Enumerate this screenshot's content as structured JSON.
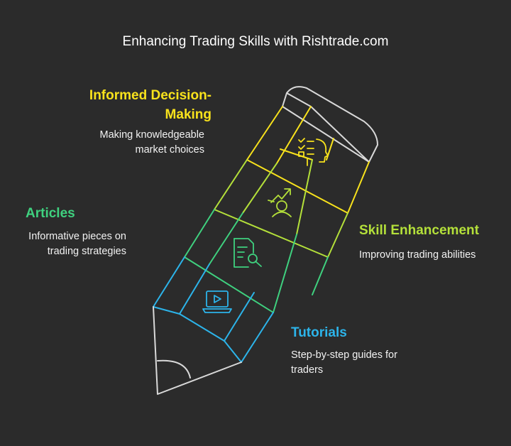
{
  "title": "Enhancing Trading Skills with Rishtrade.com",
  "colors": {
    "background": "#2b2b2b",
    "yellow": "#f8e21c",
    "lime": "#b4e03a",
    "green": "#3fd17f",
    "blue": "#2cb4ea",
    "outline": "#d9d9d9"
  },
  "sections": {
    "decision": {
      "label": "Informed Decision-Making",
      "label_line1": "Informed Decision-",
      "label_line2": "Making",
      "desc_line1": "Making knowledgeable",
      "desc_line2": "market choices",
      "icon": "decision-checklist-head-icon"
    },
    "skill": {
      "label": "Skill Enhancement",
      "desc": "Improving trading abilities",
      "icon": "growth-person-icon"
    },
    "articles": {
      "label": "Articles",
      "desc_line1": "Informative pieces on",
      "desc_line2": "trading strategies",
      "icon": "document-search-icon"
    },
    "tutorials": {
      "label": "Tutorials",
      "desc_line1": "Step-by-step guides for",
      "desc_line2": "traders",
      "icon": "laptop-play-icon"
    }
  }
}
